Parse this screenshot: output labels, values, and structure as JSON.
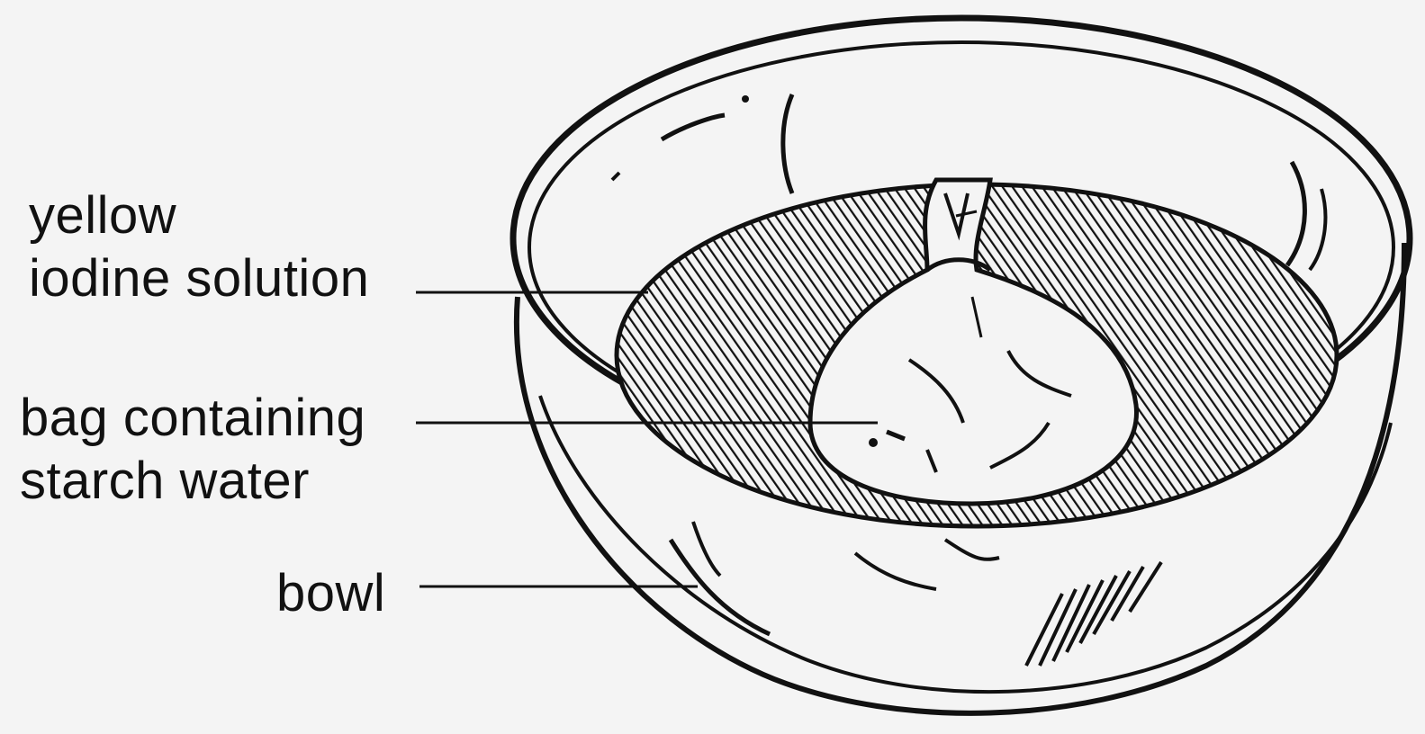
{
  "labels": {
    "iodine_line1": "yellow",
    "iodine_line2": "iodine solution",
    "bag_line1": "bag containing",
    "bag_line2": "starch water",
    "bowl": "bowl"
  },
  "colors": {
    "background": "#f4f4f4",
    "ink": "#111111"
  }
}
